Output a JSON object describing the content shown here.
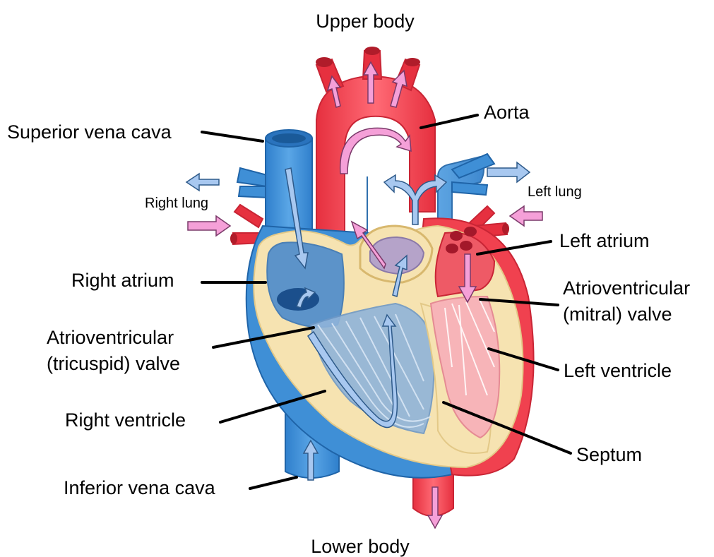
{
  "labels": {
    "upper_body": "Upper body",
    "lower_body": "Lower body",
    "aorta": "Aorta",
    "superior_vena_cava": "Superior vena cava",
    "right_lung": "Right lung",
    "left_lung": "Left lung",
    "left_atrium": "Left atrium",
    "right_atrium": "Right atrium",
    "mitral_valve_line1": "Atrioventricular",
    "mitral_valve_line2": "(mitral) valve",
    "tricuspid_valve_line1": "Atrioventricular",
    "tricuspid_valve_line2": "(tricuspid) valve",
    "left_ventricle": "Left ventricle",
    "right_ventricle": "Right ventricle",
    "septum": "Septum",
    "inferior_vena_cava": "Inferior vena cava"
  },
  "colors": {
    "oxygenated_red": "#f0414f",
    "deoxygenated_blue": "#3f8fd6",
    "heart_wall_tan": "#f6e3b1",
    "flow_arrow_pink": "#f5a0d8",
    "flow_arrow_lightblue": "#a8c8f0",
    "label_text": "#000000"
  }
}
